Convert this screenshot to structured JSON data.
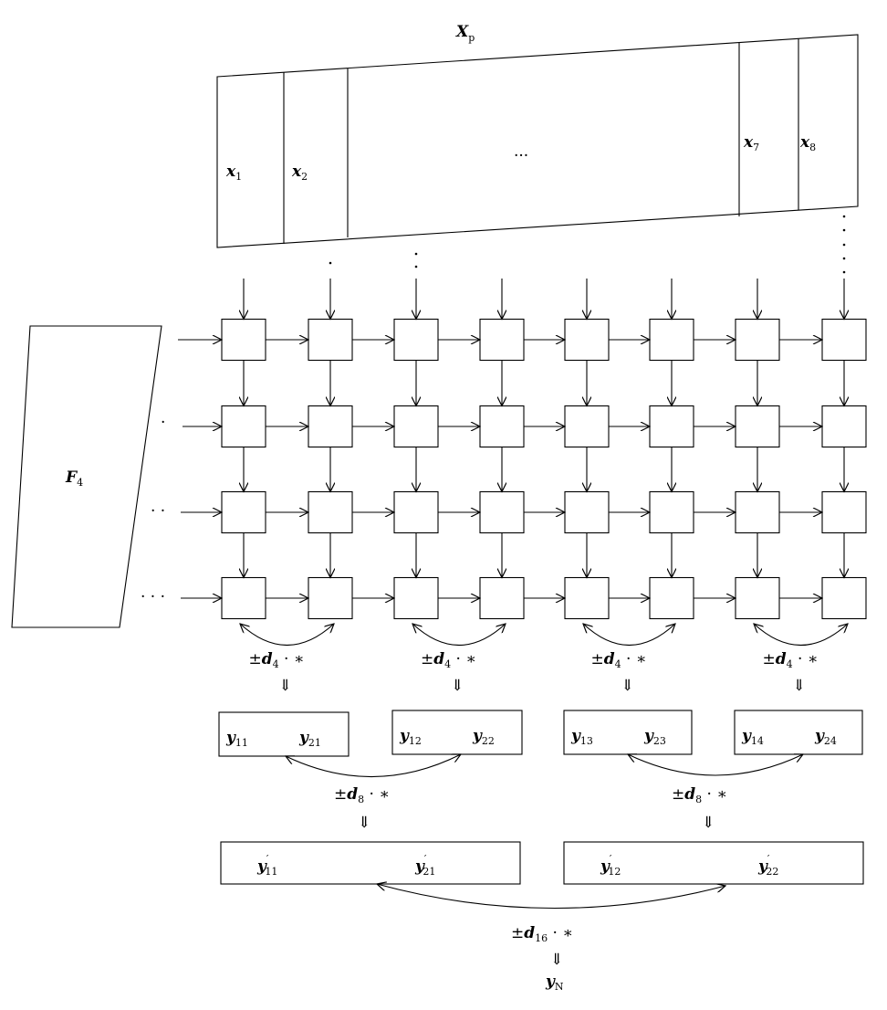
{
  "title": {
    "base": "X",
    "sub": "p"
  },
  "input_columns": [
    {
      "base": "x",
      "sub": "1"
    },
    {
      "base": "x",
      "sub": "2"
    },
    {
      "base": "x",
      "sub": "7"
    },
    {
      "base": "x",
      "sub": "8"
    }
  ],
  "ellipsis": "···",
  "filter": {
    "base": "F",
    "sub": "4"
  },
  "row_dots": [
    "·",
    "· ·",
    "· · ·"
  ],
  "grid": {
    "rows": 4,
    "cols": 8
  },
  "stage1": {
    "op": {
      "pm": "±",
      "d": "d",
      "sub": "4",
      "rest": " · ∗"
    },
    "arrow": "⇓",
    "boxes": [
      [
        {
          "base": "y",
          "sub": "11"
        },
        {
          "base": "y",
          "sub": "21"
        }
      ],
      [
        {
          "base": "y",
          "sub": "12"
        },
        {
          "base": "y",
          "sub": "22"
        }
      ],
      [
        {
          "base": "y",
          "sub": "13"
        },
        {
          "base": "y",
          "sub": "23"
        }
      ],
      [
        {
          "base": "y",
          "sub": "14"
        },
        {
          "base": "y",
          "sub": "24"
        }
      ]
    ]
  },
  "stage2": {
    "op": {
      "pm": "±",
      "d": "d",
      "sub": "8",
      "rest": " · ∗"
    },
    "arrow": "⇓",
    "prime": "′",
    "boxes": [
      [
        {
          "base": "y",
          "sub": "11"
        },
        {
          "base": "y",
          "sub": "21"
        }
      ],
      [
        {
          "base": "y",
          "sub": "12"
        },
        {
          "base": "y",
          "sub": "22"
        }
      ]
    ]
  },
  "stage3": {
    "op": {
      "pm": "±",
      "d": "d",
      "sub": "16",
      "rest": " · ∗"
    },
    "arrow": "⇓",
    "output": {
      "base": "y",
      "sub": "N"
    }
  }
}
